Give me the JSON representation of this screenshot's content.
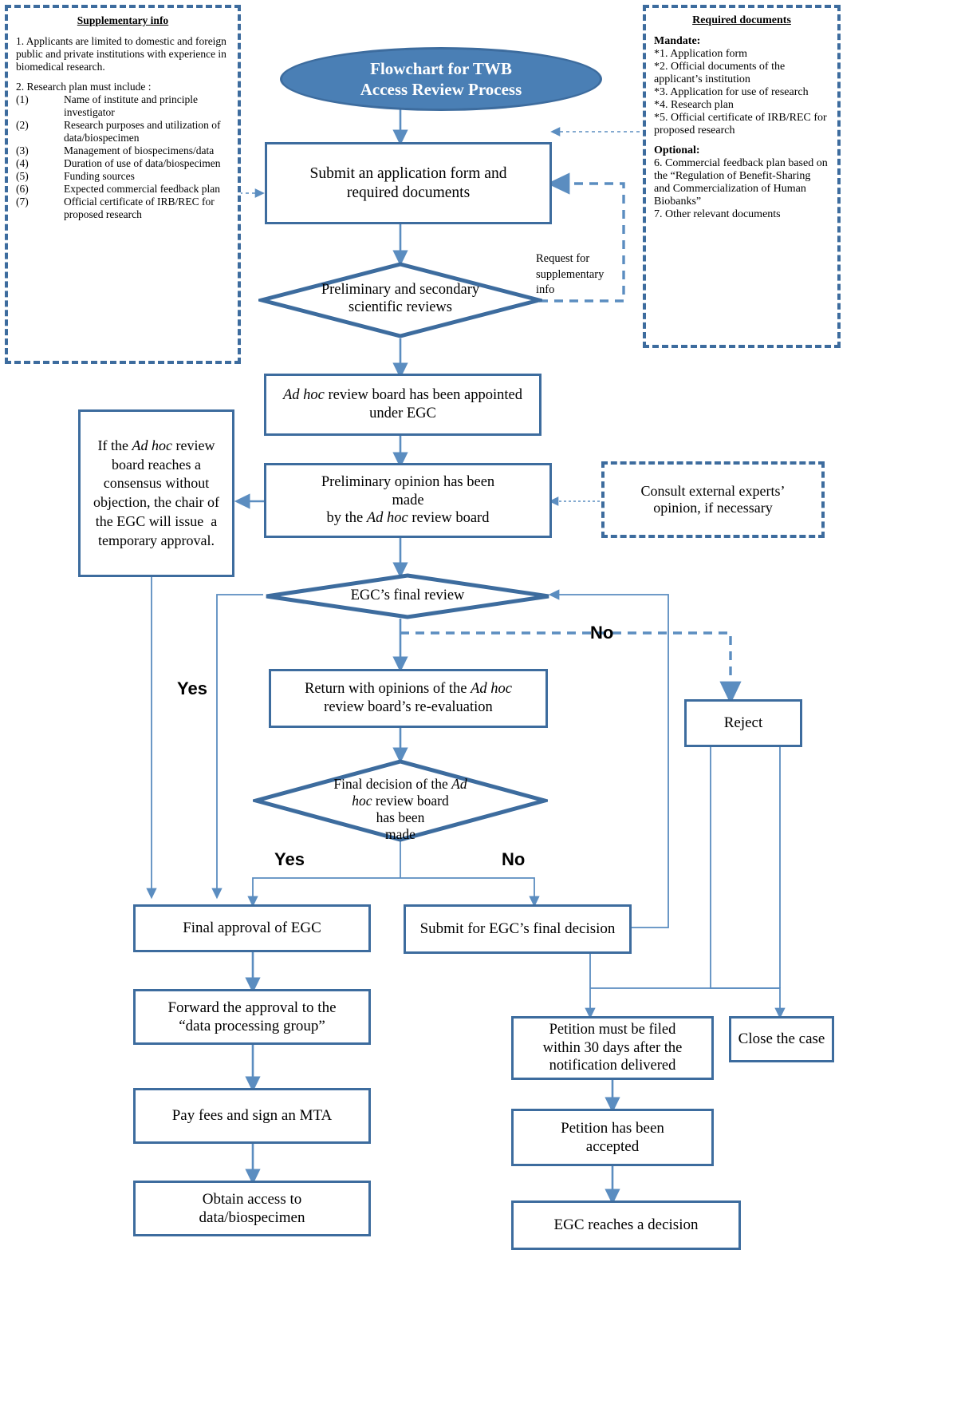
{
  "title_node": {
    "line1": "Flowchart for TWB",
    "line2": "Access Review Process"
  },
  "notes": {
    "supplementary": {
      "title": "Supplementary info",
      "item1": "1. Applicants are limited to domestic and foreign public and private institutions with experience in biomedical research.",
      "item2_heading": "2. Research plan must include :",
      "list": [
        {
          "num": "(1)",
          "text": "Name of institute and principle investigator"
        },
        {
          "num": "(2)",
          "text": "Research purposes and utilization of data/biospecimen"
        },
        {
          "num": "(3)",
          "text": "Management of biospecimens/data"
        },
        {
          "num": "(4)",
          "text": "Duration of use of data/biospecimen"
        },
        {
          "num": "(5)",
          "text": "Funding sources"
        },
        {
          "num": "(6)",
          "text": "Expected commercial feedback plan"
        },
        {
          "num": "(7)",
          "text": "Official certificate of IRB/REC for proposed research"
        }
      ]
    },
    "required_documents": {
      "title": "Required documents",
      "mandate_heading": "Mandate:",
      "mandate_items": [
        "*1. Application form",
        "*2. Official documents of the applicant’s institution",
        "*3. Application for use of research",
        "*4. Research plan",
        "*5. Official certificate of IRB/REC for proposed research"
      ],
      "optional_heading": "Optional:",
      "optional_items": [
        "6. Commercial feedback plan based on the “Regulation of Benefit-Sharing and Commercialization of Human Biobanks”",
        "7. Other relevant documents"
      ]
    },
    "consult": {
      "line1": "Consult external experts’",
      "line2": "opinion, if necessary"
    },
    "temporary_approval": "If the Ad hoc review board reaches a consensus without objection, the chair of the EGC will issue  a temporary approval."
  },
  "nodes": {
    "submit_application": {
      "line1": "Submit an application form and",
      "line2": "required documents"
    },
    "scientific_reviews": {
      "line1": "Preliminary and secondary",
      "line2": "scientific reviews"
    },
    "adhoc_appointed": {
      "line1_a": "Ad hoc",
      "line1_b": " review board has been appointed",
      "line2": "under  EGC"
    },
    "preliminary_opinion": {
      "line1": "Preliminary opinion has been",
      "line2": "made",
      "line3_a": "by the ",
      "line3_b": "Ad hoc",
      "line3_c": " review board"
    },
    "egc_final_review": {
      "label": "EGC’s final  review"
    },
    "return_with_opinions": {
      "line1_a": "Return with opinions of the ",
      "line1_b": "Ad hoc",
      "line2": "review board’s re-evaluation"
    },
    "final_decision_diamond": {
      "line1_a": "Final decision of the ",
      "line1_b": "Ad",
      "line2_a": "hoc",
      "line2_b": " review board",
      "line3": "has been",
      "line4": "made"
    },
    "reject": {
      "label": "Reject"
    },
    "final_approval": {
      "label": "Final approval of EGC"
    },
    "submit_for_final_decision": {
      "label": "Submit for EGC’s final decision"
    },
    "forward_approval": {
      "line1": "Forward the approval to the",
      "line2": "“data processing group”"
    },
    "pay_fees": {
      "label": "Pay fees and sign an MTA"
    },
    "obtain_access": {
      "line1": "Obtain access to",
      "line2": "data/biospecimen"
    },
    "close_case": {
      "label": "Close the case"
    },
    "petition_filed": {
      "line1": "Petition must be filed",
      "line2": "within 30 days after the",
      "line3": "notification delivered"
    },
    "petition_accepted": {
      "line1": "Petition has been",
      "line2": "accepted"
    },
    "egc_decision": {
      "label": "EGC reaches a decision"
    }
  },
  "edge_labels": {
    "request_supplementary": {
      "line1": "Request for",
      "line2": "supplementary",
      "line3": "info"
    },
    "yes_egc": "Yes",
    "no_egc": "No",
    "yes_final": "Yes",
    "no_final": "No"
  },
  "colors": {
    "border": "#3d6c9e",
    "fill": "#4a7fb5",
    "connector": "#5b8dc0",
    "text": "#000000",
    "title_text": "#ffffff"
  }
}
